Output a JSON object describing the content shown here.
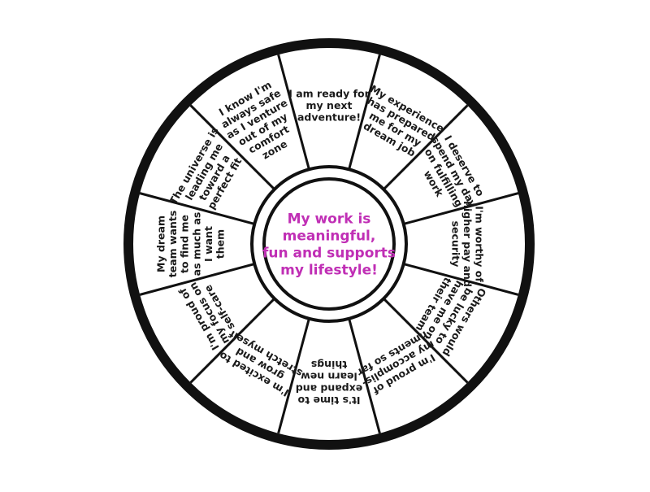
{
  "center": {
    "lines": [
      "My work is",
      "meaningful,",
      "fun and supports",
      "my lifestyle!"
    ],
    "color": "#c02fb5"
  },
  "segments": [
    {
      "lines": [
        "I am ready for",
        "my next",
        "adventure!"
      ]
    },
    {
      "lines": [
        "My experience",
        "has prepared",
        "me for my",
        "dream job"
      ]
    },
    {
      "lines": [
        "I deserve to",
        "spend my day",
        "on fulfilling",
        "work"
      ]
    },
    {
      "lines": [
        "I'm worthy of",
        "higher pay and",
        "security"
      ]
    },
    {
      "lines": [
        "Others would",
        "be lucky to",
        "have me on",
        "their team"
      ]
    },
    {
      "lines": [
        "I'm proud of",
        "my accomplis-",
        "hments so far"
      ]
    },
    {
      "lines": [
        "It's time to",
        "expand and",
        "learn new",
        "things"
      ]
    },
    {
      "lines": [
        "I'm excited to",
        "grow and",
        "stretch myself"
      ]
    },
    {
      "lines": [
        "I'm proud of",
        "my focus on",
        "self-care"
      ]
    },
    {
      "lines": [
        "My dream",
        "team wants",
        "to find me",
        "as much as",
        "I want",
        "them"
      ]
    },
    {
      "lines": [
        "The universe is",
        "leading me",
        "toward a",
        "perfect fit"
      ]
    },
    {
      "lines": [
        "I know I'm",
        "always safe",
        "as I venture",
        "out of my",
        "comfort",
        "zone"
      ]
    }
  ]
}
